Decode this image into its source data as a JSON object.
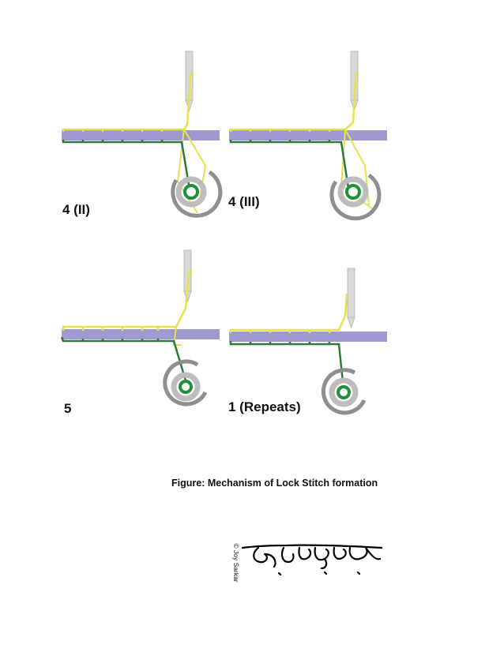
{
  "stages": [
    {
      "label": "4 (II)"
    },
    {
      "label": "4 (III)"
    },
    {
      "label": "5"
    },
    {
      "label": "1 (Repeats)"
    }
  ],
  "caption": "Figure: Mechanism of Lock Stitch formation",
  "copyright": "© Joy Sarkar",
  "signature_text": "জয় সরকার",
  "colors": {
    "fabric": "#9e9ad0",
    "fabric_dark": "#7f7ab8",
    "needle_thread": "#e6e24a",
    "bobbin_thread": "#2f7a3a",
    "needle": "#d6d6d6",
    "hook": "#8f8f8f",
    "bobbin_ring": "#1f8f3a"
  }
}
